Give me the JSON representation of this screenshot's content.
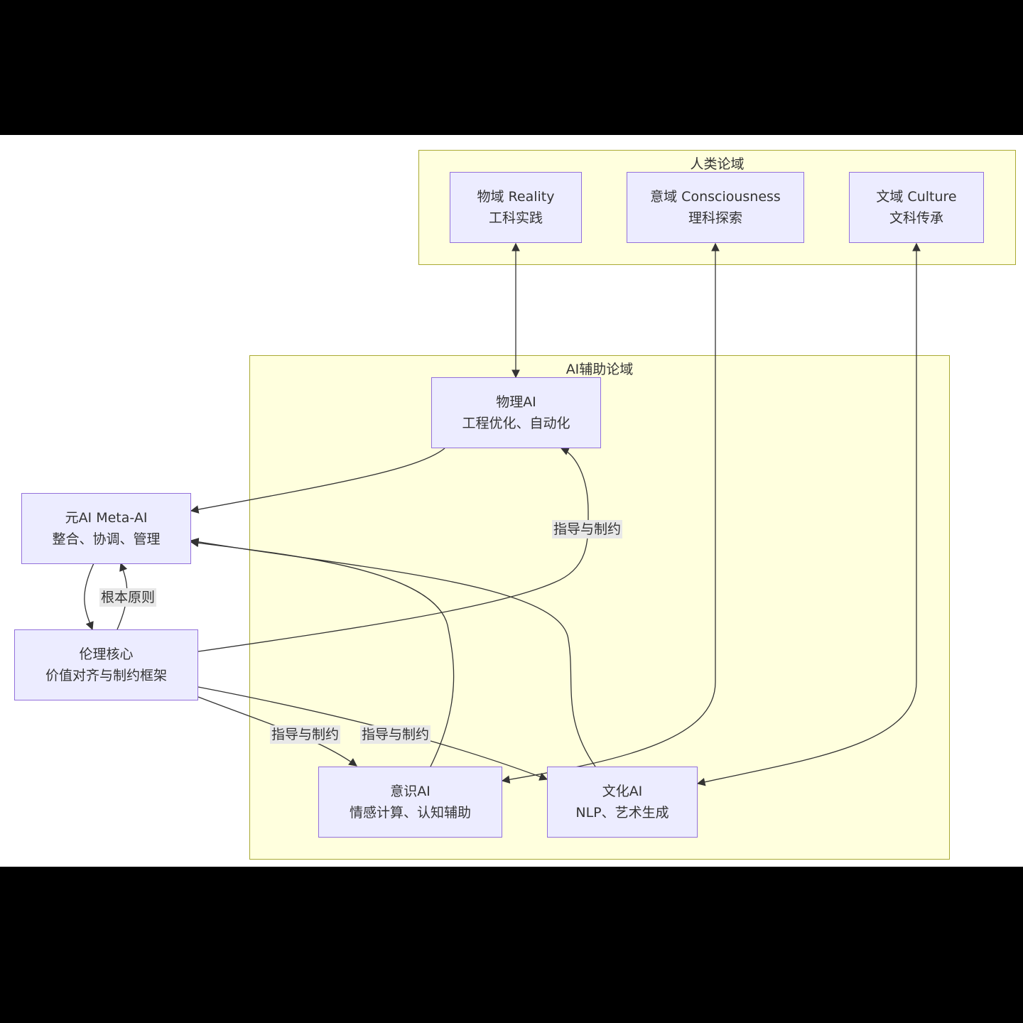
{
  "clusters": {
    "human": {
      "title": "人类论域"
    },
    "ai": {
      "title": "AI辅助论域"
    }
  },
  "nodes": {
    "reality": {
      "line1": "物域 Reality",
      "line2": "工科实践"
    },
    "consciousness": {
      "line1": "意域 Consciousness",
      "line2": "理科探索"
    },
    "culture": {
      "line1": "文域 Culture",
      "line2": "文科传承"
    },
    "physical_ai": {
      "line1": "物理AI",
      "line2": "工程优化、自动化"
    },
    "meta_ai": {
      "line1": "元AI Meta-AI",
      "line2": "整合、协调、管理"
    },
    "ethics": {
      "line1": "伦理核心",
      "line2": "价值对齐与制约框架"
    },
    "consciousness_ai": {
      "line1": "意识AI",
      "line2": "情感计算、认知辅助"
    },
    "culture_ai": {
      "line1": "文化AI",
      "line2": "NLP、艺术生成"
    }
  },
  "edge_labels": {
    "fundamental": "根本原则",
    "guide_physical": "指导与制约",
    "guide_consciousness": "指导与制约",
    "guide_culture": "指导与制约"
  },
  "colors": {
    "background": "#000000",
    "canvas": "#ffffff",
    "cluster_fill": "#ffffde",
    "cluster_border": "#aaaa33",
    "node_fill": "#ececff",
    "node_border": "#9370db",
    "edge": "#333333",
    "label_bg": "#e8e8e8"
  }
}
